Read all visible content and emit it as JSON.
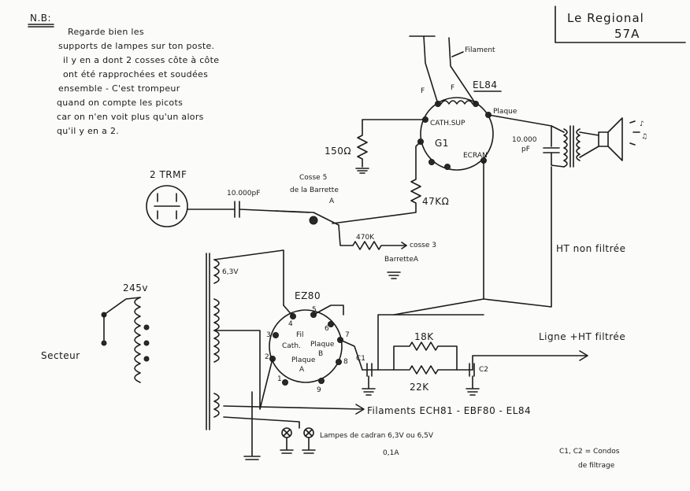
{
  "note": {
    "tag": "N.B:",
    "lines": [
      "Regarde bien les",
      "supports de lampes sur ton poste.",
      "il y en a dont 2 cosses côte à côte",
      "ont été rapprochées et soudées",
      "ensemble - C'est trompeur",
      "quand on compte les picots",
      "car on n'en voit plus qu'un alors",
      "qu'il y en a 2."
    ]
  },
  "title": {
    "line1": "Le Regional",
    "line2": "57A"
  },
  "labels": {
    "filament": "Filament",
    "el84": "EL84",
    "f1": "F",
    "f2": "F",
    "plaque": "Plaque",
    "cath_sup": "CATH.SUP",
    "g1": "G1",
    "ecran": "ECRAN",
    "r150": "150Ω",
    "r47k": "47KΩ",
    "c10000_right": "10.000",
    "pf_right": "pF",
    "trmf": "2 TRMF",
    "c10000_left": "10.000pF",
    "cosse5": "Cosse 5",
    "barrette": "de la Barrette",
    "a1": "A",
    "r470k": "470K",
    "cosse3": "cosse 3",
    "barrette_a": "BarretteA",
    "ht_non_filtree": "HT non filtrée",
    "v63": "6,3V",
    "v245": "245v",
    "ez80": "EZ80",
    "secteur": "Secteur",
    "fil": "Fil",
    "cath": "Cath.",
    "plaque_a": "Plaque",
    "a_pin": "A",
    "b_pin": "B",
    "plaque_b": "Plaque",
    "ligne_ht": "Ligne +HT filtrée",
    "r18k": "18K",
    "r22k": "22K",
    "c1": "C1",
    "c2": "C2",
    "filaments": "Filaments ECH81 - EBF80 - EL84",
    "lampes": "Lampes de cadran 6,3V ou 6,5V",
    "courant": "0,1A",
    "condos_1": "C1, C2 = Condos",
    "condos_2": "de filtrage"
  },
  "pins": [
    "1",
    "2",
    "3",
    "4",
    "5",
    "6",
    "7",
    "8",
    "9"
  ]
}
